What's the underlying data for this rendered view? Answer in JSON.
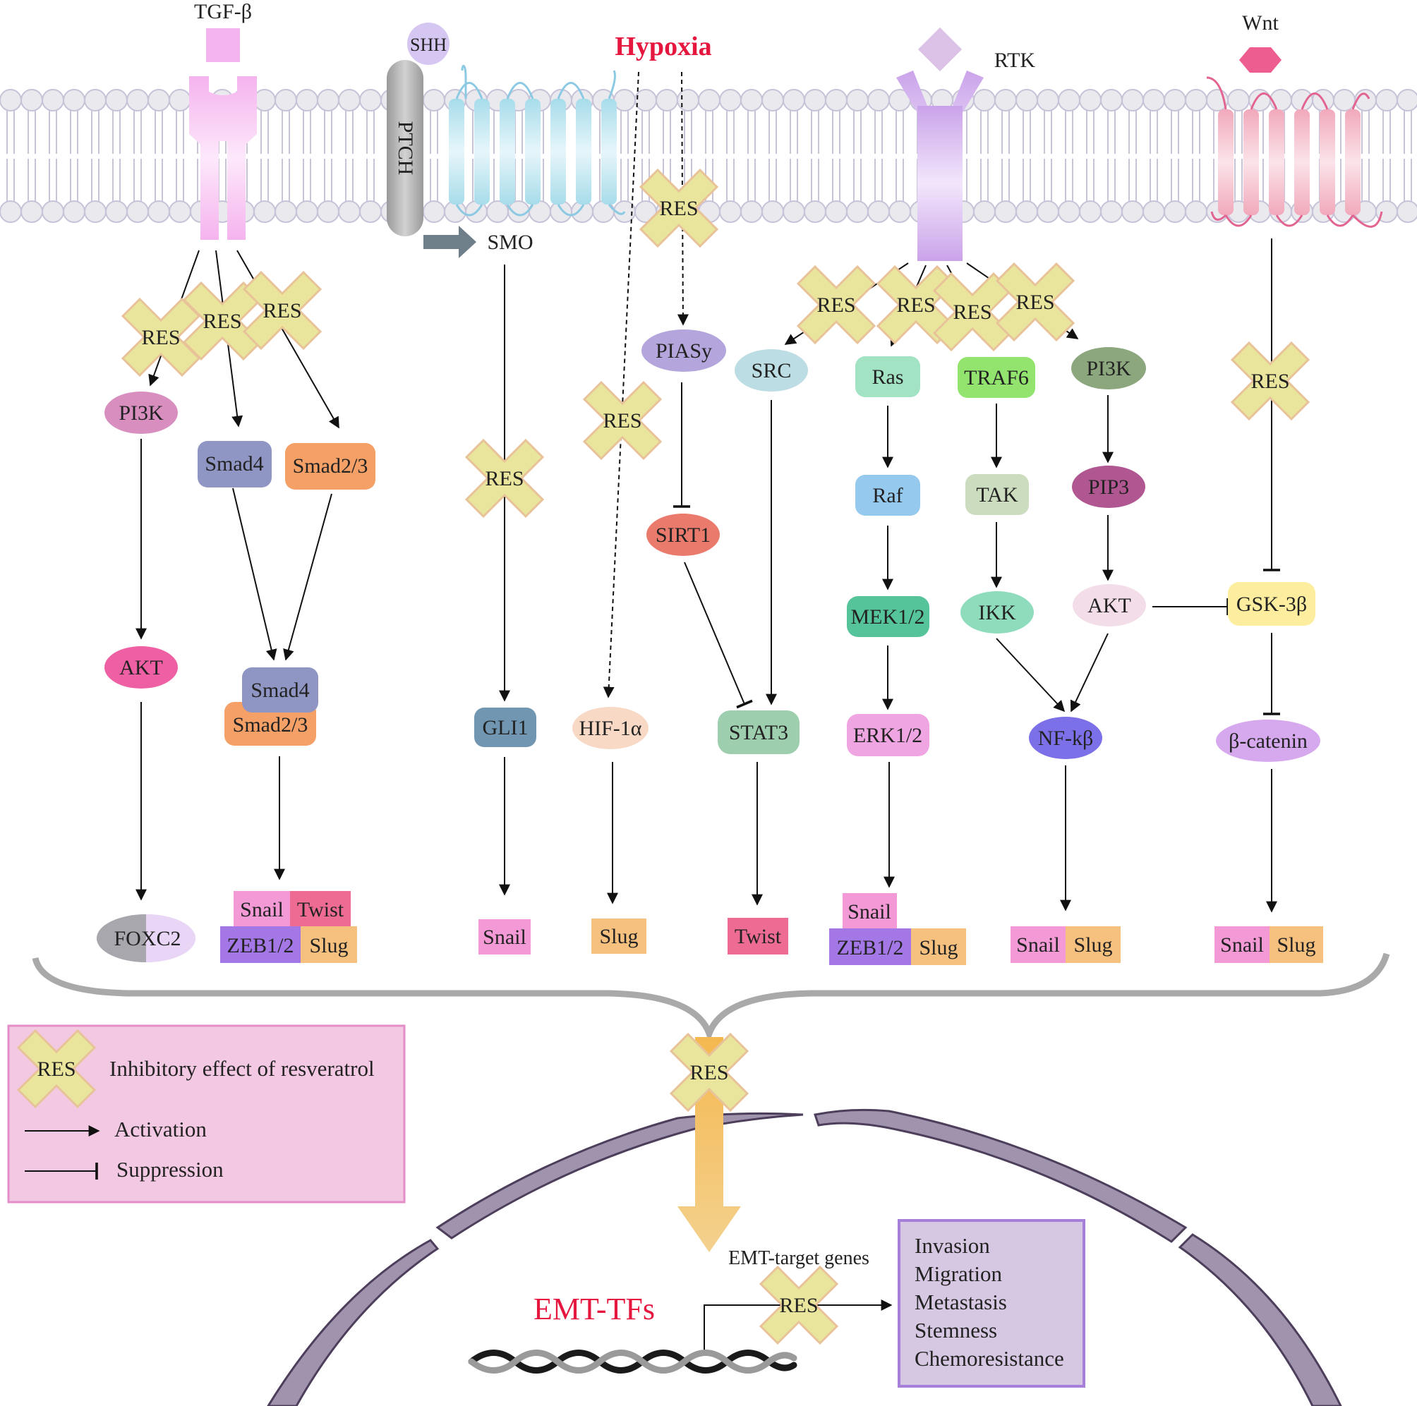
{
  "ligands": {
    "tgf_beta": "TGF-β",
    "shh": "SHH",
    "ptch": "PTCH",
    "smo": "SMO",
    "hypoxia": "Hypoxia",
    "rtk": "RTK",
    "wnt": "Wnt"
  },
  "nodes": {
    "pi3k_left": "PI3K",
    "smad4_a": "Smad4",
    "smad23_a": "Smad2/3",
    "akt_left": "AKT",
    "smad4_b": "Smad4",
    "smad23_b": "Smad2/3",
    "foxc2": "FOXC2",
    "gli1": "GLI1",
    "piasy": "PIASy",
    "sirt1": "SIRT1",
    "hif1a": "HIF-1α",
    "src": "SRC",
    "stat3": "STAT3",
    "ras": "Ras",
    "raf": "Raf",
    "mek12": "MEK1/2",
    "erk12": "ERK1/2",
    "traf6": "TRAF6",
    "tak": "TAK",
    "ikk": "IKK",
    "pi3k_right": "PI3K",
    "pip3": "PIP3",
    "akt_right": "AKT",
    "nfkb": "NF-kβ",
    "gsk3b": "GSK-3β",
    "beta_catenin": "β-catenin"
  },
  "transcription_factors": {
    "snail": "Snail",
    "twist": "Twist",
    "zeb12": "ZEB1/2",
    "slug": "Slug"
  },
  "res_label": "RES",
  "legend": {
    "res_text": "Inhibitory effect of resveratrol",
    "activation": "Activation",
    "suppression": "Suppression"
  },
  "nucleus": {
    "emt_tfs": "EMT-TFs",
    "emt_target_genes": "EMT-target genes",
    "outcomes": [
      "Invasion",
      "Migration",
      "Metastasis",
      "Stemness",
      "Chemoresistance"
    ]
  },
  "colors": {
    "membrane": "#c8c3d8",
    "tgf_receptor": "#f4b4ef",
    "smo_receptor": "#b6e2ee",
    "rtk_receptor": "#cfa9ec",
    "wnt_receptor": "#f3b5c4",
    "res_cross": "#e9e59c",
    "hypoxia": "#e5173f",
    "emt_tfs": "#e5173f",
    "nucleus": "#9f93ad",
    "emt_arrow": "#f2c473",
    "legend_bg": "#f2c8e3",
    "outcome_bg": "#d6c8e2",
    "snail": "#f39ad6",
    "twist": "#ee6c93",
    "zeb12": "#a477e6",
    "slug": "#f6c07e"
  }
}
